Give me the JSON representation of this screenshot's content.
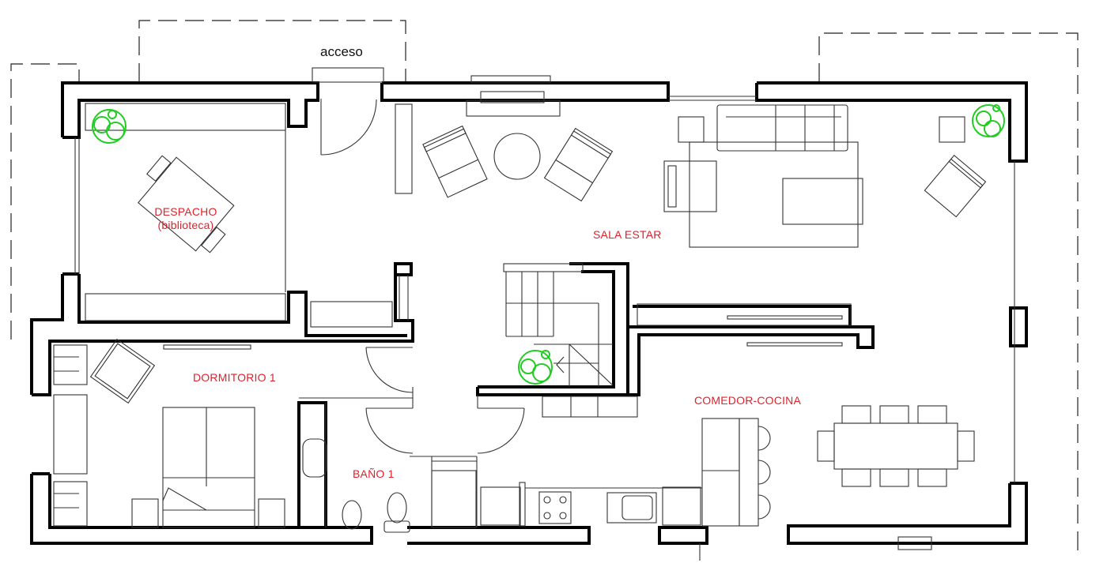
{
  "plan": {
    "entrance_label": "acceso",
    "colors": {
      "wall": "#000000",
      "furniture_line": "#333333",
      "room_label": "#e0202a",
      "plant": "#22cc22",
      "background": "#ffffff"
    },
    "rooms": [
      {
        "id": "despacho",
        "name": "DESPACHO",
        "subtitle": "(biblioteca)"
      },
      {
        "id": "sala-estar",
        "name": "SALA ESTAR"
      },
      {
        "id": "dormitorio-1",
        "name": "DORMITORIO 1"
      },
      {
        "id": "bano-1",
        "name": "BAÑO 1"
      },
      {
        "id": "comedor-cocina",
        "name": "COMEDOR-COCINA"
      }
    ]
  }
}
